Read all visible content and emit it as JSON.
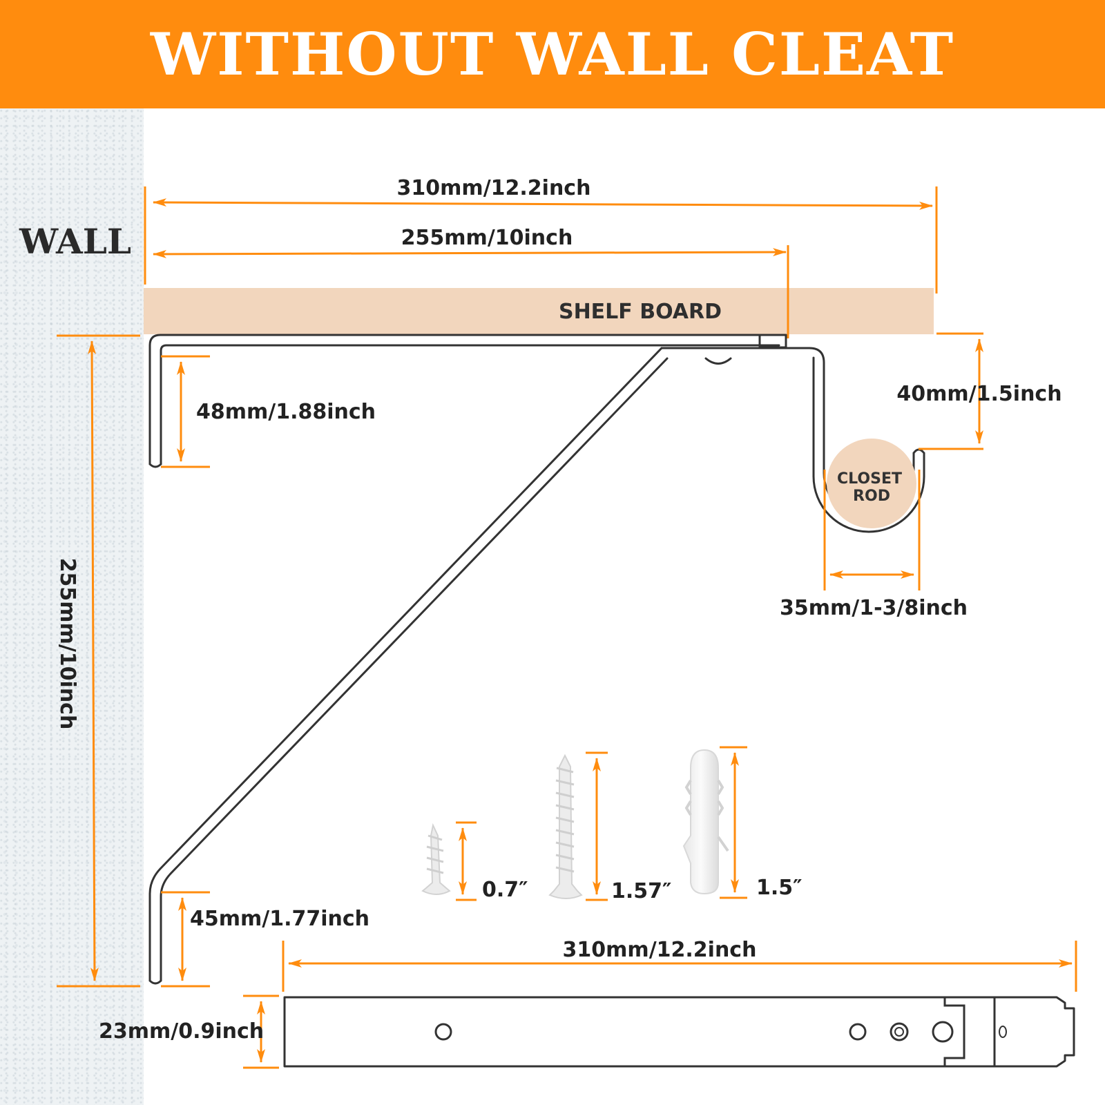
{
  "banner": {
    "title": "WITHOUT WALL CLEAT"
  },
  "labels": {
    "wall": "WALL",
    "shelf_board": "SHELF BOARD",
    "closet_rod_line1": "CLOSET",
    "closet_rod_line2": "ROD"
  },
  "dimensions": {
    "total_length": "310mm/12.2inch",
    "shelf_length": "255mm/10inch",
    "height": "255mm/10inch",
    "top_tab": "48mm/1.88inch",
    "bottom_tab": "45mm/1.77inch",
    "hook_drop": "40mm/1.5inch",
    "hook_width": "35mm/1-3/8inch",
    "strip_length": "310mm/12.2inch",
    "strip_width": "23mm/0.9inch"
  },
  "hardware": {
    "small_screw": "0.7″",
    "long_screw": "1.57″",
    "anchor": "1.5″"
  },
  "colors": {
    "accent": "#ff8c0e",
    "shelf_board": "#f2d6bd",
    "closet_rod": "#f2d6bd",
    "bracket_line": "#333333"
  }
}
